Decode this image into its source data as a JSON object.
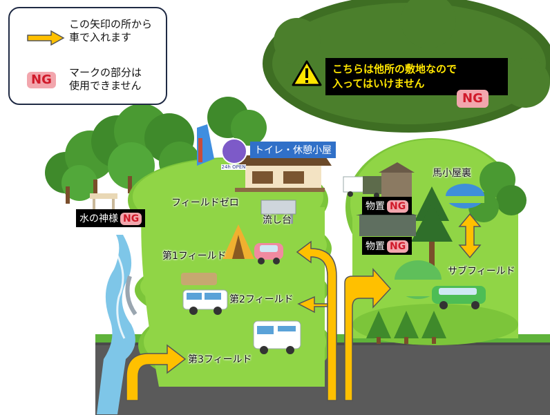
{
  "legend": {
    "arrow_text": "この矢印の所から\n車で入れます",
    "ng_badge": "NG",
    "ng_text": "マークの部分は\n使用できません"
  },
  "warning": {
    "line1": "こちらは他所の敷地なので",
    "line2": "入ってはいけません",
    "ng_badge": "NG"
  },
  "labels": {
    "toilet": "トイレ・休憩小屋",
    "toilet_sign": "24h OPEN",
    "field_zero": "フィールドゼロ",
    "sink": "流し台",
    "water_god": "水の神様",
    "water_god_ng": "NG",
    "field1": "第1フィールド",
    "field2": "第2フィールド",
    "field3": "第3フィールド",
    "storage1": "物置",
    "storage1_ng": "NG",
    "storage2": "物置",
    "storage2_ng": "NG",
    "barn": "馬小屋裏",
    "sub_field": "サブフィールド"
  },
  "colors": {
    "arrow_fill": "#ffc000",
    "ng_bg": "#f2a6ad",
    "ng_text": "#d01a2a",
    "warn_text": "#ffe500",
    "grass": "#8fd13a",
    "forest": "#4e8a2c",
    "road": "#555555",
    "toilet_label_bg": "#3070c8"
  },
  "icons": [
    "right-arrow-icon",
    "warning-icon",
    "ng-badge-icon",
    "tree-icon",
    "tent-icon",
    "car-icon",
    "camper-icon",
    "house-icon",
    "sink-icon",
    "barn-icon"
  ]
}
